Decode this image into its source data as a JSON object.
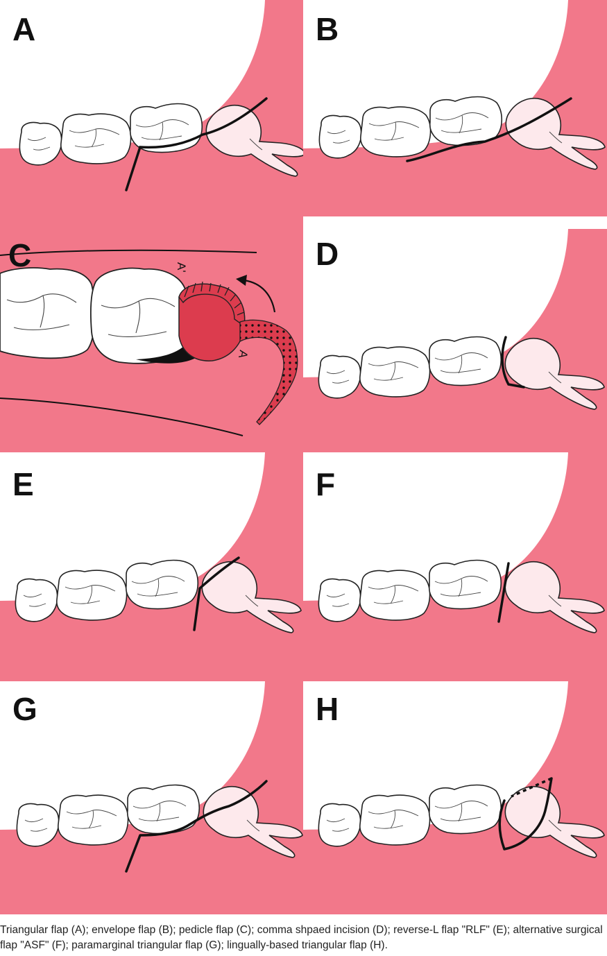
{
  "colors": {
    "gingiva": "#f2788a",
    "tooth": "#ffffff",
    "third_molar": "#fde9ec",
    "outline": "#222222",
    "incision": "#111111",
    "flap_red": "#dc3c4e"
  },
  "panels": {
    "a": {
      "label": "A"
    },
    "b": {
      "label": "B"
    },
    "c": {
      "label": "C",
      "mark_top": "A'",
      "mark_side": "A"
    },
    "d": {
      "label": "D"
    },
    "e": {
      "label": "E"
    },
    "f": {
      "label": "F"
    },
    "g": {
      "label": "G"
    },
    "h": {
      "label": "H"
    }
  },
  "caption": "Triangular flap (A); envelope flap (B); pedicle flap (C); comma shpaed incision (D); reverse-L flap \"RLF\" (E); alternative surgical flap \"ASF\" (F); paramarginal triangular flap (G); lingually-based triangular flap (H)."
}
